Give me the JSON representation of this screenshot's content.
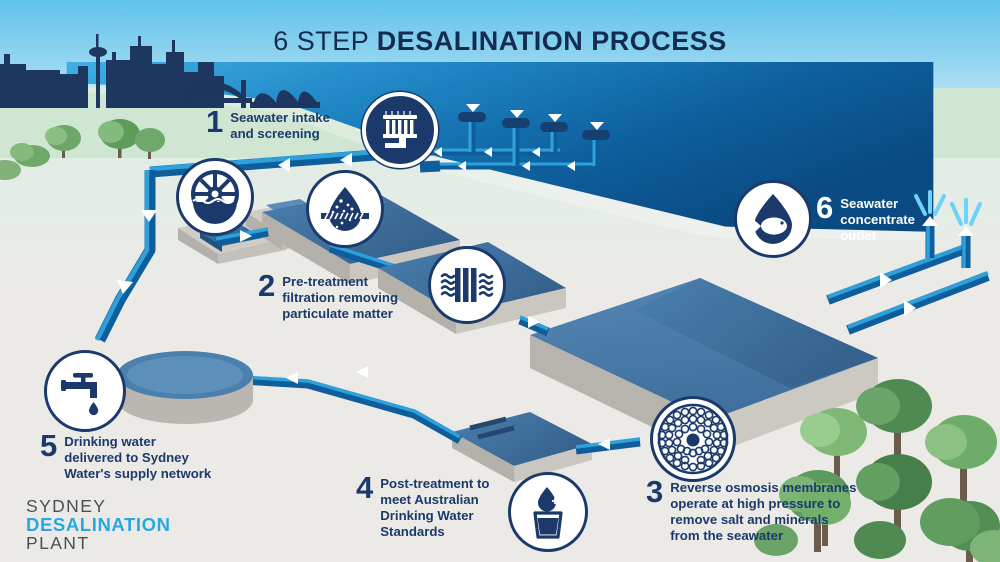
{
  "page": {
    "title_light": "6 STEP",
    "title_bold": "DESALINATION PROCESS"
  },
  "colors": {
    "navy": "#1b3a6b",
    "deep_navy": "#152b52",
    "ocean_light": "#3aabe2",
    "ocean_dark": "#0e4e86",
    "pipe_blue": "#1f8fd1",
    "roof_blue": "#4a7fae",
    "wall_gray": "#c9c7bf",
    "ground": "#eceae6",
    "grass": "#cfe6d3",
    "sky": "#8dd3ef",
    "brand_blue": "#29a8e0",
    "logo_gray": "#4b4f54",
    "white": "#ffffff"
  },
  "steps": [
    {
      "number": "1",
      "text": "Seawater intake\nand screening",
      "icon": "intake-screen-icon",
      "text_color": "navy"
    },
    {
      "number": "2",
      "text": "Pre-treatment\nfiltration removing\nparticulate matter",
      "icon": "filtration-droplet-icon",
      "text_color": "navy"
    },
    {
      "number": "3",
      "text": "Reverse osmosis membranes\noperate at high pressure to\nremove salt and minerals\nfrom the seawater",
      "icon": "membrane-cross-section-icon",
      "text_color": "navy"
    },
    {
      "number": "4",
      "text": "Post-treatment to\nmeet Australian\nDrinking Water\nStandards",
      "icon": "glass-of-water-icon",
      "text_color": "navy"
    },
    {
      "number": "5",
      "text": "Drinking water\ndelivered to Sydney\nWater's supply network",
      "icon": "tap-faucet-icon",
      "text_color": "navy"
    },
    {
      "number": "6",
      "text": "Seawater\nconcentrate\noutlet",
      "icon": "fish-droplet-icon",
      "text_color": "white"
    }
  ],
  "unlabeled_icons": [
    {
      "icon": "pump-wheel-icon"
    },
    {
      "icon": "membrane-rack-icon"
    }
  ],
  "scene": {
    "skyline": "sydney-skyline-silhouette",
    "landmarks": [
      "harbour-bridge",
      "opera-house"
    ],
    "ocean_outlets": 2,
    "intake_risers": 4
  },
  "logo": {
    "line1": "SYDNEY",
    "line2": "DESALINATION",
    "line3": "PLANT"
  }
}
